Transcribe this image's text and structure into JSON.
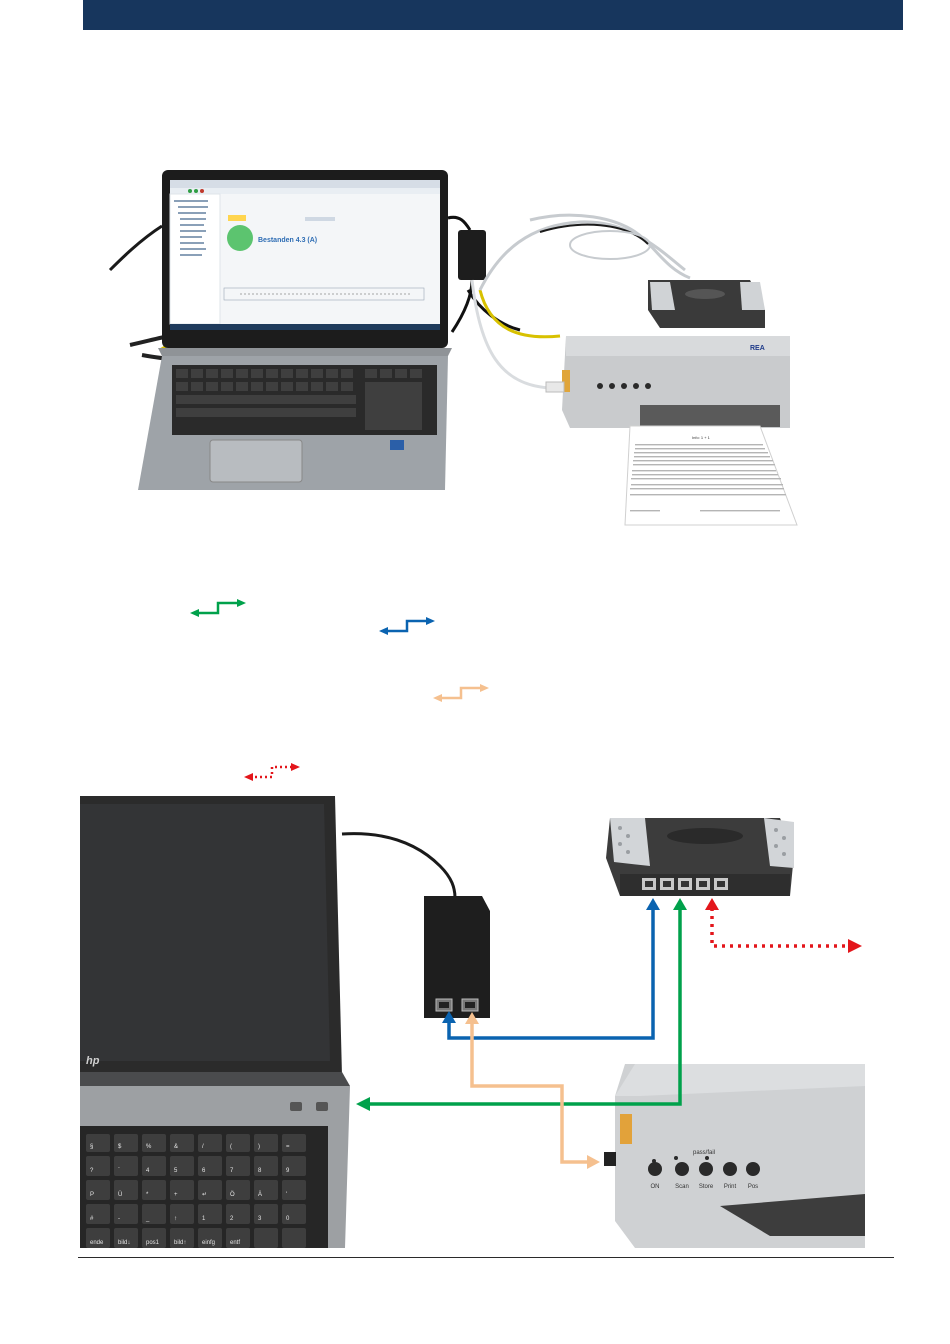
{
  "header": {
    "color": "#17365d"
  },
  "setup_photo": {
    "laptop_screen_heading": "Bestanden 4.3 (A)",
    "printer_brand": "REA",
    "document_heading": "Info: 1 + 1"
  },
  "legend": [
    {
      "name": "green",
      "color": "#00a14b",
      "style": "solid"
    },
    {
      "name": "blue",
      "color": "#0a63b0",
      "style": "solid"
    },
    {
      "name": "orange",
      "color": "#f5c08f",
      "style": "solid"
    },
    {
      "name": "red",
      "color": "#e3161b",
      "style": "dotted"
    }
  ],
  "detail_photo": {
    "laptop_logo": "hp",
    "verifier_buttons": [
      "ON",
      "Scan",
      "Store",
      "Print",
      "Pos"
    ],
    "verifier_pass_fail_label": "pass/fail",
    "keyboard_keys": [
      "§",
      "$",
      "%",
      "&",
      "/",
      "(",
      ")",
      "=",
      "?",
      "`",
      "4",
      "5",
      "6",
      "7",
      "8",
      "9",
      "P",
      "Ü",
      "*",
      "+",
      "↵",
      "Ö",
      "Ä",
      "'",
      "#",
      "-",
      "_",
      "↑",
      "1",
      "2",
      "3",
      "0",
      "ende",
      "bild↓",
      "pos1",
      "bild↑",
      "einfg",
      "entf"
    ]
  }
}
